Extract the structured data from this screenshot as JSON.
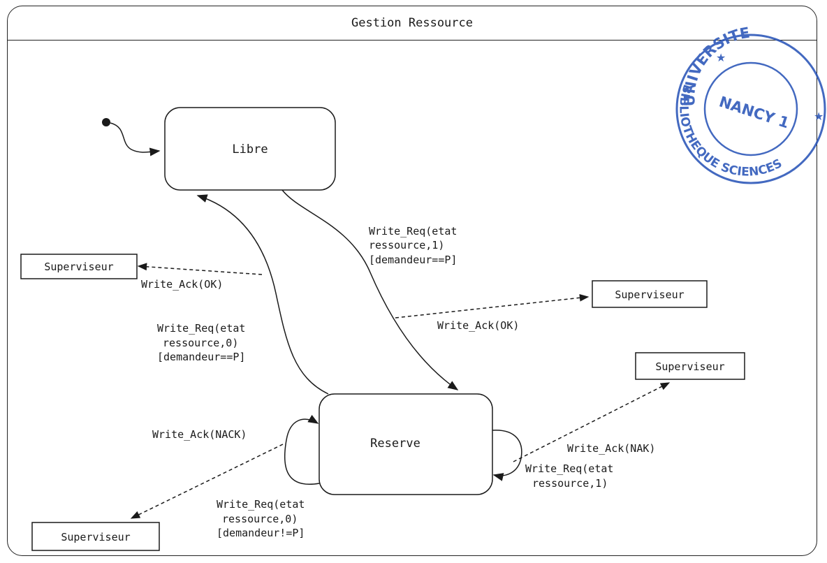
{
  "diagram": {
    "title": "Gestion Ressource",
    "states": {
      "libre": "Libre",
      "reserve": "Reserve"
    },
    "actors": {
      "top_left": "Superviseur",
      "mid_right": "Superviseur",
      "right": "Superviseur",
      "bottom_left": "Superviseur"
    },
    "transitions": {
      "libre_to_reserve": [
        "Write_Req(etat",
        "ressource,1)",
        "[demandeur==P]"
      ],
      "reserve_to_libre": [
        "Write_Req(etat",
        "ressource,0)",
        "[demandeur==P]"
      ],
      "self_left": [
        "Write_Req(etat",
        "ressource,0)",
        "[demandeur!=P]"
      ],
      "self_right": [
        "Write_Req(etat",
        "ressource,1)"
      ]
    },
    "messages": {
      "ack_ok_left": "Write_Ack(OK)",
      "ack_ok_right": "Write_Ack(OK)",
      "ack_nack": "Write_Ack(NACK)",
      "ack_nak": "Write_Ack(NAK)"
    }
  },
  "stamp": {
    "color": "#2a55b8",
    "top_text": "UNIVERSITE",
    "center_text": "NANCY 1",
    "bottom_text": "BIBLIOTHEQUE SCIENCES"
  }
}
